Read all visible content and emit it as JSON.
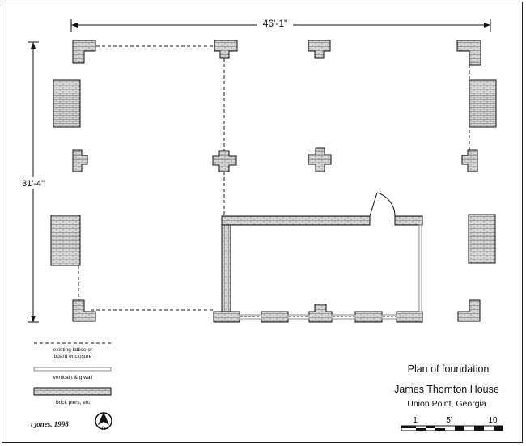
{
  "dimensions": {
    "width": "46'-1\"",
    "depth": "31'-4\""
  },
  "legend": {
    "lattice": "existing lattice or board enclosure",
    "lattice_line1": "existing lattice or",
    "lattice_line2": "board enclosure",
    "wall": "vertical t & g wall",
    "piers": "brick piers, etc"
  },
  "title": {
    "plan": "Plan of foundation",
    "house": "James Thornton House",
    "location": "Union Point, Georgia"
  },
  "credit": "t jones, 1998",
  "north_label": "n",
  "scale": {
    "labels": [
      "1'",
      "5'",
      "10'"
    ]
  },
  "colors": {
    "brick_fill": "#d8d8d8",
    "line": "#111111",
    "dashed": "#8c8c8c",
    "background": "#ffffff"
  }
}
